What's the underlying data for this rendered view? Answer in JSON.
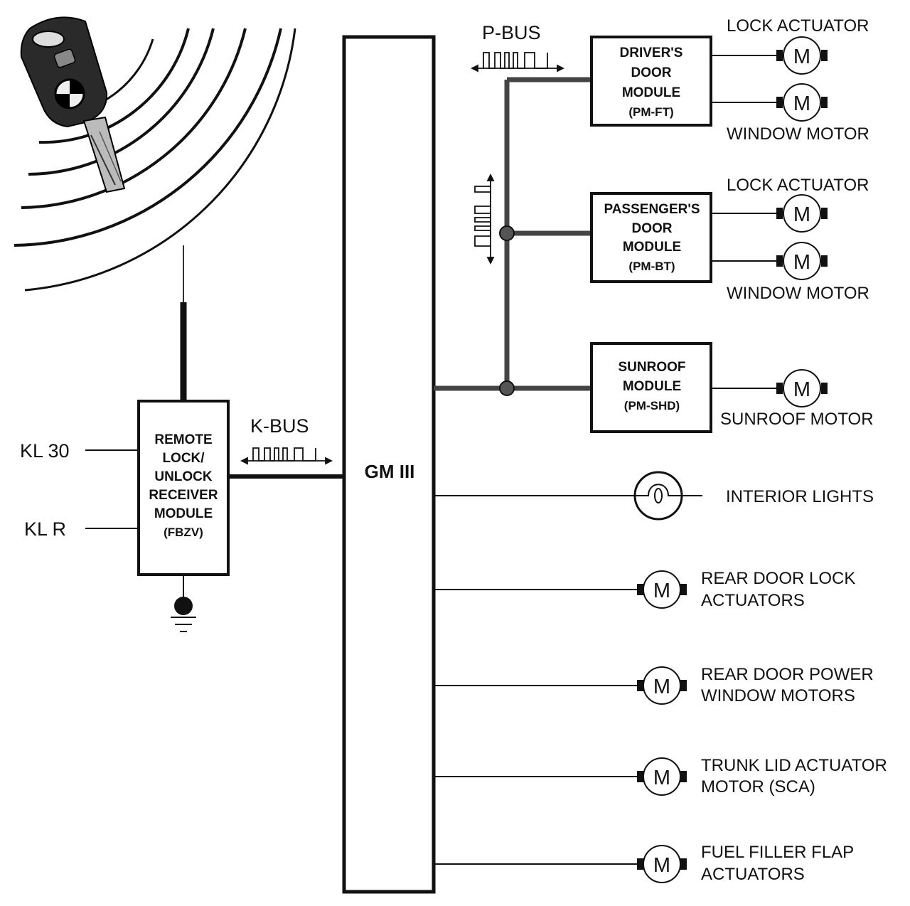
{
  "modules": {
    "gm": "GM III",
    "receiver": [
      "REMOTE",
      "LOCK/",
      "UNLOCK",
      "RECEIVER",
      "MODULE",
      "(FBZV)"
    ],
    "driver": [
      "DRIVER'S",
      "DOOR",
      "MODULE",
      "(PM-FT)"
    ],
    "passenger": [
      "PASSENGER'S",
      "DOOR",
      "MODULE",
      "(PM-BT)"
    ],
    "sunroof": [
      "SUNROOF",
      "MODULE",
      "(PM-SHD)"
    ]
  },
  "buses": {
    "k_bus": "K-BUS",
    "p_bus": "P-BUS"
  },
  "terminals": {
    "kl30": "KL 30",
    "klr": "KL R"
  },
  "motor_symbol": "M",
  "outputs": {
    "driver_lock": "LOCK ACTUATOR",
    "driver_window": "WINDOW MOTOR",
    "passenger_lock": "LOCK ACTUATOR",
    "passenger_window": "WINDOW MOTOR",
    "sunroof_motor": "SUNROOF MOTOR",
    "interior_lights": "INTERIOR LIGHTS",
    "rear_door_lock": [
      "REAR DOOR LOCK",
      "ACTUATORS"
    ],
    "rear_door_window": [
      "REAR DOOR POWER",
      "WINDOW MOTORS"
    ],
    "trunk_lid": [
      "TRUNK LID ACTUATOR",
      "MOTOR (SCA)"
    ],
    "fuel_flap": [
      "FUEL FILLER FLAP",
      "ACTUATORS"
    ]
  }
}
